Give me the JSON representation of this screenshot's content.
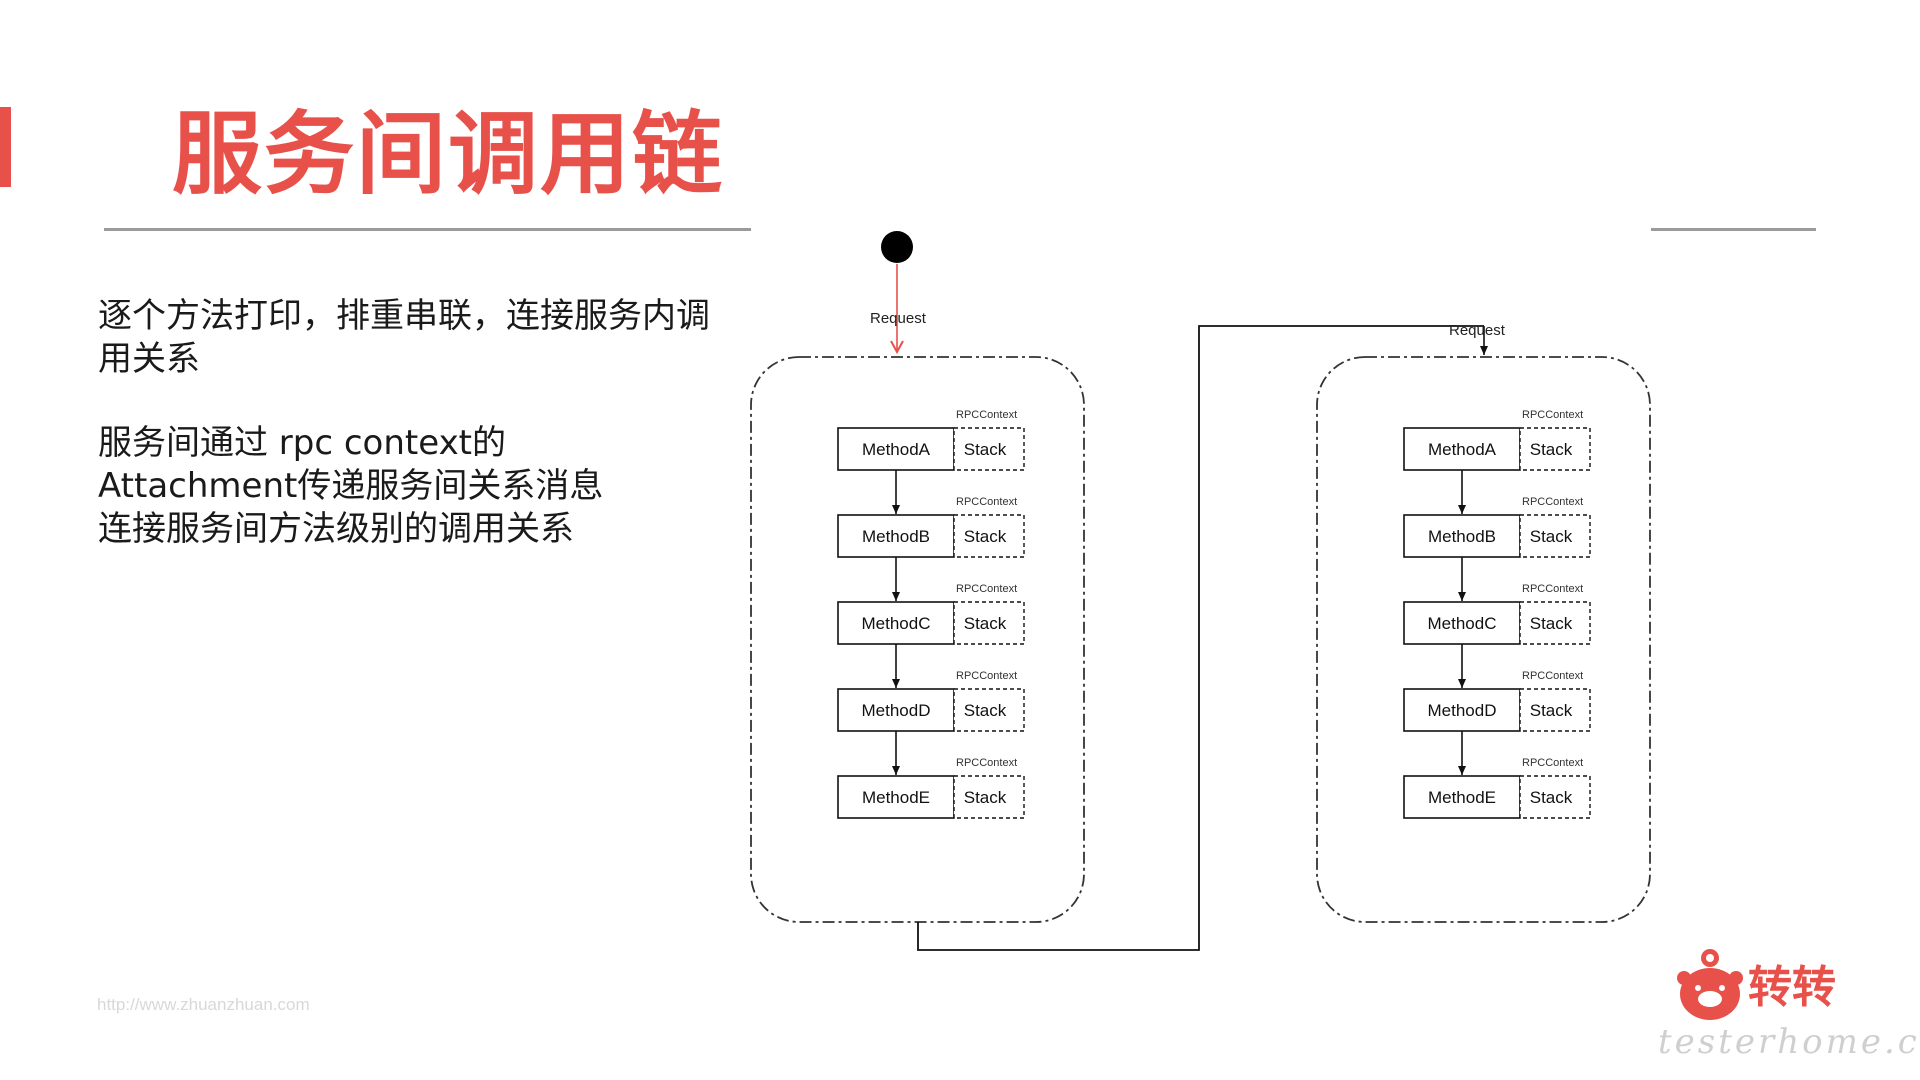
{
  "slide": {
    "title": "服务间调用链",
    "paragraph1": "逐个方法打印，排重串联，连接服务内调用关系",
    "paragraph2_lines": [
      "服务间通过 rpc context的",
      "Attachment传递服务间关系消息",
      "连接服务间方法级别的调用关系"
    ],
    "footer_url": "http://www.zhuanzhuan.com",
    "logo_text": "转转",
    "watermark": "testerhome.com"
  },
  "diagram": {
    "request_label": "Request",
    "context_label": "RPCContext",
    "stack_label": "Stack",
    "methods": [
      "MethodA",
      "MethodB",
      "MethodC",
      "MethodD",
      "MethodE"
    ],
    "services": 2
  },
  "colors": {
    "accent": "#e8504a",
    "rule": "#9a9a9a",
    "request_arrow_first": "#e8504a",
    "line": "#111111"
  },
  "icons": [
    "logo-pig-icon"
  ]
}
